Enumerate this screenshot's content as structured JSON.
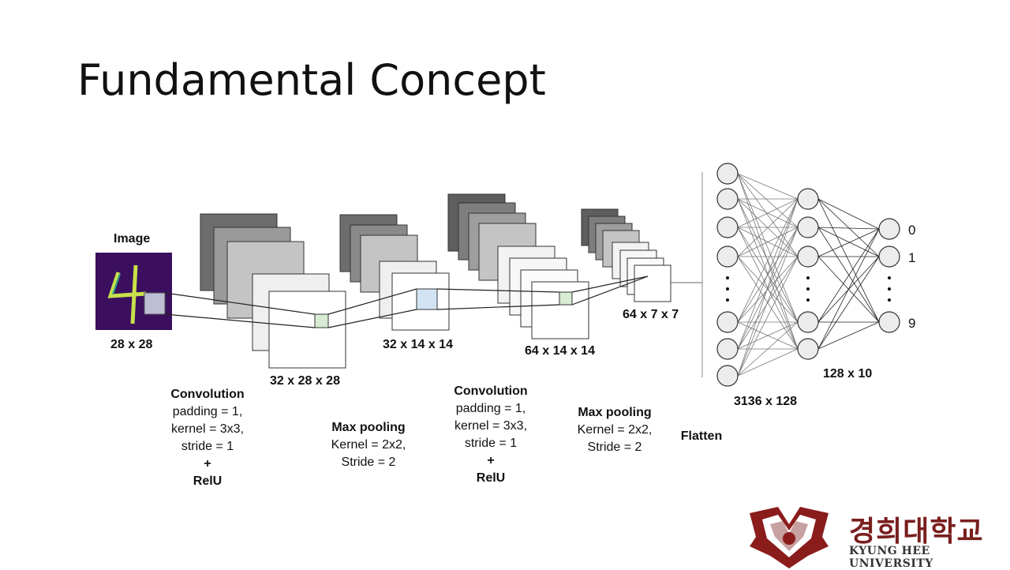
{
  "slide": {
    "title": "Fundamental Concept"
  },
  "diagram": {
    "image_label": "Image",
    "image_size": "28 x 28",
    "conv1_size": "32 x 28 x 28",
    "pool1_size": "32 x 14 x 14",
    "conv2_size": "64 x 14 x 14",
    "pool2_size": "64 x 7 x 7",
    "fc1_size": "3136 x 128",
    "fc2_size": "128 x 10",
    "outputs": [
      "0",
      "1",
      "9"
    ],
    "steps": {
      "conv1": {
        "title": "Convolution",
        "lines": [
          "padding = 1,",
          "kernel = 3x3,",
          "stride = 1",
          "+"
        ],
        "activation": "RelU"
      },
      "pool1": {
        "title": "Max pooling",
        "lines": [
          "Kernel = 2x2,",
          "Stride = 2"
        ]
      },
      "conv2": {
        "title": "Convolution",
        "lines": [
          "padding = 1,",
          "kernel = 3x3,",
          "stride = 1",
          "+"
        ],
        "activation": "RelU"
      },
      "pool2": {
        "title": "Max pooling",
        "lines": [
          "Kernel = 2x2,",
          "Stride = 2"
        ]
      },
      "flatten": {
        "title": "Flatten"
      }
    }
  },
  "logo": {
    "korean_name": "경희대학교",
    "english_name": "KYUNG HEE UNIVERSITY",
    "primary_color": "#8b1c1c"
  }
}
